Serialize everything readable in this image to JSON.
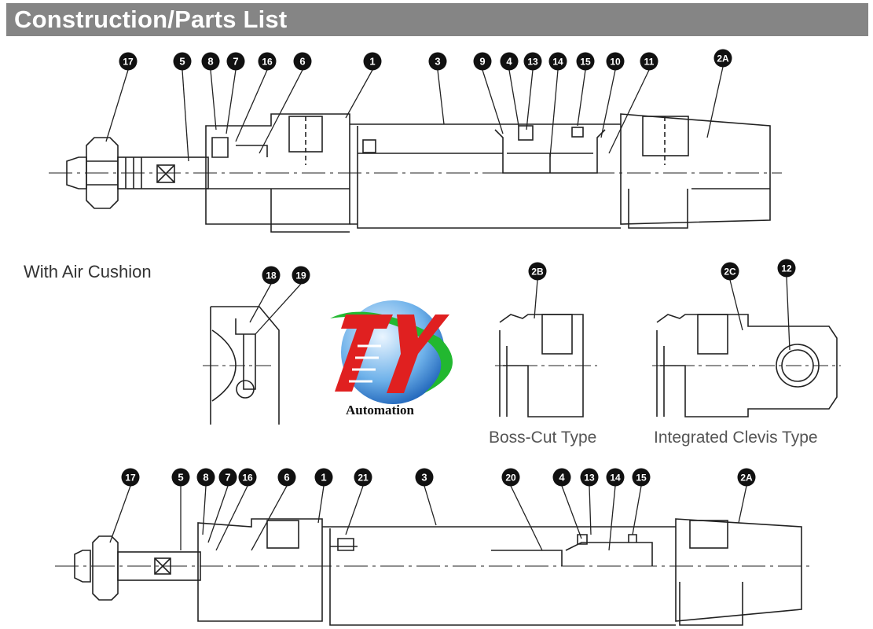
{
  "header": {
    "title": "Construction/Parts List"
  },
  "top_diagram": {
    "callouts": [
      "17",
      "5",
      "8",
      "7",
      "16",
      "6",
      "1",
      "3",
      "9",
      "4",
      "13",
      "14",
      "15",
      "10",
      "11",
      "2A"
    ]
  },
  "air_cushion": {
    "label": "With Air Cushion",
    "callouts": [
      "18",
      "19"
    ]
  },
  "boss_cut": {
    "label": "Boss-Cut Type",
    "callouts": [
      "2B"
    ]
  },
  "integrated_clevis": {
    "label": "Integrated Clevis Type",
    "callouts": [
      "2C",
      "12"
    ]
  },
  "logo": {
    "text": "Automation",
    "colors": {
      "red": "#e02020",
      "blue": "#2a7fd0",
      "green": "#22b830"
    }
  },
  "bottom_diagram": {
    "callouts": [
      "17",
      "5",
      "8",
      "7",
      "16",
      "6",
      "1",
      "21",
      "3",
      "20",
      "4",
      "13",
      "14",
      "15",
      "2A"
    ]
  }
}
